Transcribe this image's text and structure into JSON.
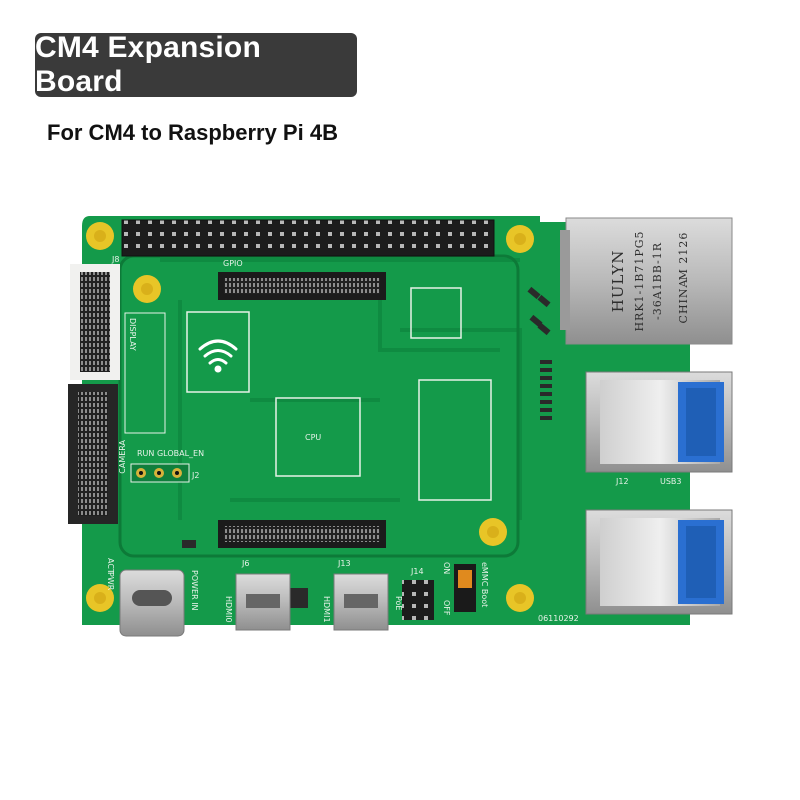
{
  "header": {
    "title": "CM4 Expansion Board",
    "subtitle": "For CM4 to Raspberry Pi 4B"
  },
  "board": {
    "labels": {
      "gpio": "GPIO",
      "j8": "J8",
      "display": "DISPLAY",
      "camera": "CAMERA",
      "run_global_en": "RUN  GLOBAL_EN",
      "j2": "J2",
      "cpu": "CPU",
      "act": "ACT",
      "pwr": "PWR",
      "power_in": "POWER IN",
      "j6": "J6",
      "hdmi0": "HDMI0",
      "j13": "J13",
      "hdmi1": "HDMI1",
      "j14": "J14",
      "poe": "PoE",
      "on": "ON",
      "off": "OFF",
      "emmc_boot": "eMMC Boot",
      "j12": "J12",
      "usb3": "USB3",
      "serial": "06110292"
    },
    "ethernet_jack": {
      "brand": "HULYN",
      "part1": "HRK1-1B71PG5",
      "part2": "-36A1BB-1R",
      "origin": "CHINA",
      "code": "M 2126"
    }
  },
  "colors": {
    "pcb": "#149a4a",
    "pcb_dark": "#0f7f3c",
    "badge": "#3a3a3a",
    "mount_hole": "#e8c527",
    "usb_blue": "#2a6fd1"
  }
}
